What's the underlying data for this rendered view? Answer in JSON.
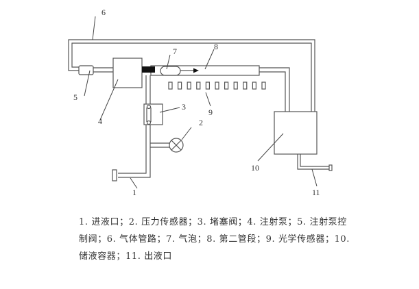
{
  "diagram": {
    "labels": {
      "n1": "1",
      "n2": "2",
      "n3": "3",
      "n4": "4",
      "n5": "5",
      "n6": "6",
      "n7": "7",
      "n8": "8",
      "n9": "9",
      "n10": "10",
      "n11": "11"
    },
    "sensor_count": 11,
    "line_color": "#555555",
    "fill_dark": "#111111"
  },
  "caption": {
    "text": "1. 进液口；2. 压力传感器；3. 堵塞阀；4. 注射泵；5. 注射泵控制阀；6. 气体管路；7. 气泡；8. 第二管段；9. 光学传感器；10. 储液容器；11. 出液口",
    "legend": [
      {
        "num": "1",
        "name": "进液口"
      },
      {
        "num": "2",
        "name": "压力传感器"
      },
      {
        "num": "3",
        "name": "堵塞阀"
      },
      {
        "num": "4",
        "name": "注射泵"
      },
      {
        "num": "5",
        "name": "注射泵控制阀"
      },
      {
        "num": "6",
        "name": "气体管路"
      },
      {
        "num": "7",
        "name": "气泡"
      },
      {
        "num": "8",
        "name": "第二管段"
      },
      {
        "num": "9",
        "name": "光学传感器"
      },
      {
        "num": "10",
        "name": "储液容器"
      },
      {
        "num": "11",
        "name": "出液口"
      }
    ]
  }
}
